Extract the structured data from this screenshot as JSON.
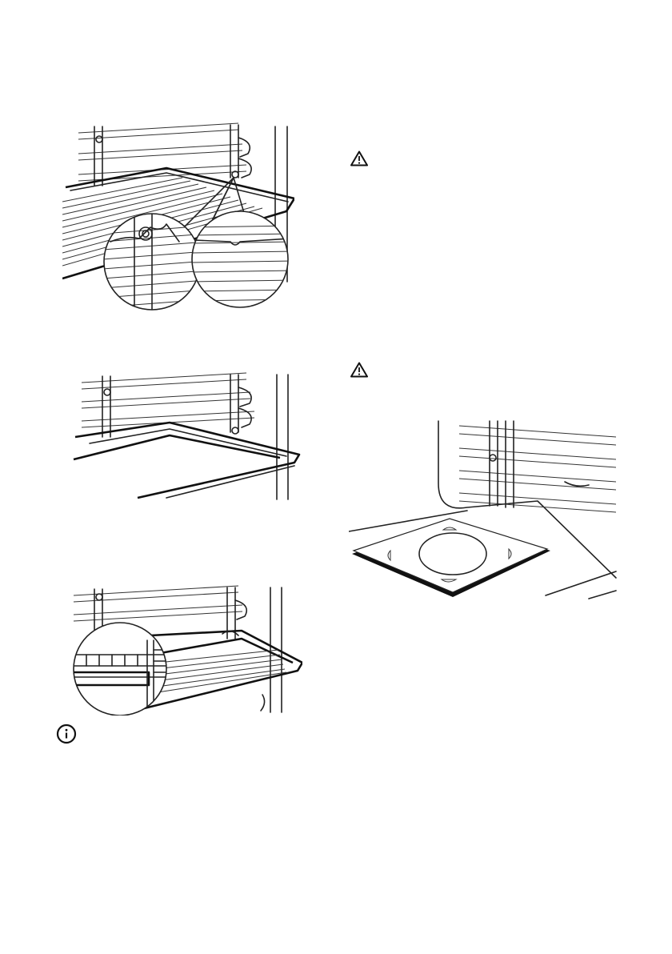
{
  "figures": [
    {
      "id": "wire-shelf-insert",
      "icon": "oven-wire-shelf-illustration"
    },
    {
      "id": "deep-pan-insert",
      "icon": "oven-deep-pan-illustration"
    },
    {
      "id": "pan-and-shelf-insert",
      "icon": "oven-pan-shelf-combo-illustration"
    },
    {
      "id": "baking-stone",
      "icon": "oven-baking-stone-illustration"
    }
  ],
  "callouts": [
    {
      "id": "warning-1",
      "icon": "warning-triangle-icon"
    },
    {
      "id": "warning-2",
      "icon": "warning-triangle-icon"
    },
    {
      "id": "info-1",
      "icon": "info-circle-icon"
    }
  ]
}
